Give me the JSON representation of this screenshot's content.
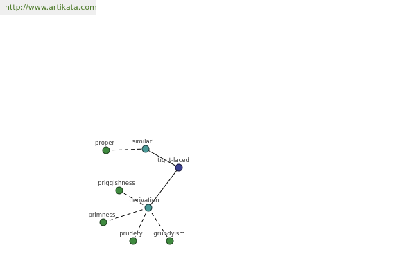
{
  "header": {
    "url": "http://www.artikata.com"
  },
  "graph": {
    "nodes": {
      "proper": {
        "label": "proper",
        "kind": "leaf"
      },
      "similar": {
        "label": "similar",
        "kind": "relation"
      },
      "tight_laced": {
        "label": "tight-laced",
        "kind": "root"
      },
      "priggishness": {
        "label": "priggishness",
        "kind": "leaf"
      },
      "derivation": {
        "label": "derivation",
        "kind": "relation"
      },
      "primness": {
        "label": "primness",
        "kind": "leaf"
      },
      "prudery": {
        "label": "prudery",
        "kind": "leaf"
      },
      "grundyism": {
        "label": "grundyism",
        "kind": "leaf"
      }
    },
    "colors": {
      "root": "#3a3f8f",
      "relation": "#4a9a98",
      "leaf": "#3f8a3f",
      "edge": "#000000"
    }
  }
}
